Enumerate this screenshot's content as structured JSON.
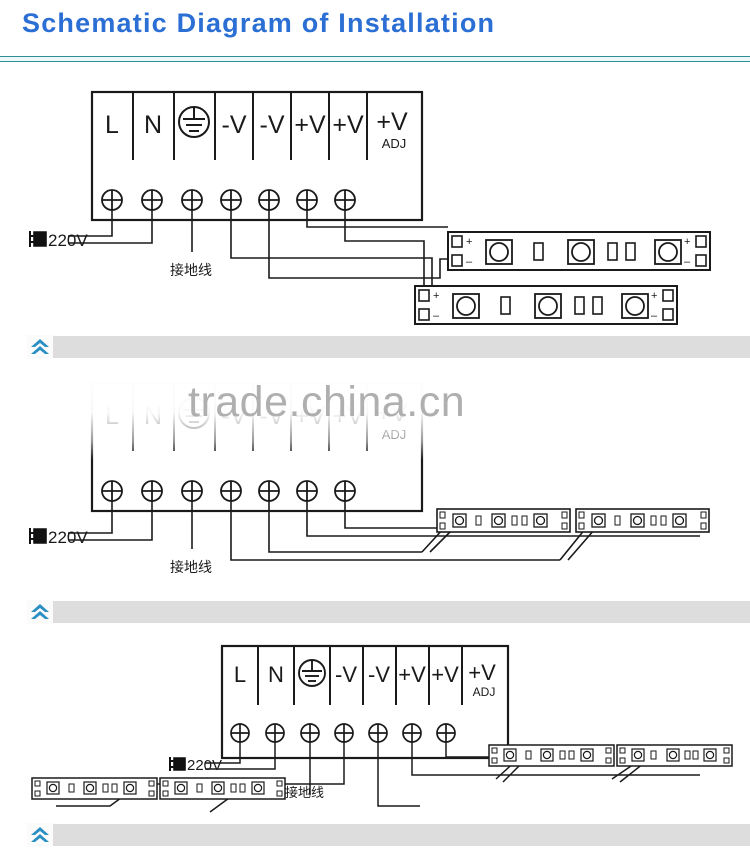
{
  "page": {
    "title": "Schematic Diagram of Installation",
    "watermark": "trade.china.cn",
    "background_color": "#ffffff",
    "title_color": "#2b6fd4",
    "rule_color": "#2e8f96",
    "separator_color": "#dddddd",
    "chevron_color": "#2b8fc4",
    "line_color": "#1a1a1a"
  },
  "terminal_block": {
    "labels": [
      "L",
      "N",
      "ground-symbol",
      "-V",
      "-V",
      "+V",
      "+V",
      "+V"
    ],
    "adj_label": "ADJ",
    "screw_count": 7,
    "screw_symbol": "circle-plus"
  },
  "wiring": {
    "mains_label": "220V",
    "mains_icon": "plug-icon",
    "ground_label": "接地线"
  },
  "led_strip": {
    "pad_plus": "+",
    "pad_minus": "−",
    "chip_count": 3,
    "resistor_count": 3
  },
  "diagrams": [
    {
      "index": 1,
      "name": "two-long-strips-parallel",
      "strip_count": 2,
      "strip_style": "long-horizontal",
      "terminal_labels_visible": true
    },
    {
      "index": 2,
      "name": "two-short-strips-angled",
      "strip_count": 2,
      "strip_style": "short-angled",
      "terminal_labels_visible": false
    },
    {
      "index": 3,
      "name": "four-short-strips-both-sides",
      "strip_count": 4,
      "strip_style": "short-angled",
      "terminal_labels_visible": true
    }
  ],
  "separators": [
    {
      "index": 1,
      "icon": "double-chevron-up-icon"
    },
    {
      "index": 2,
      "icon": "double-chevron-up-icon"
    },
    {
      "index": 3,
      "icon": "double-chevron-up-icon"
    }
  ]
}
